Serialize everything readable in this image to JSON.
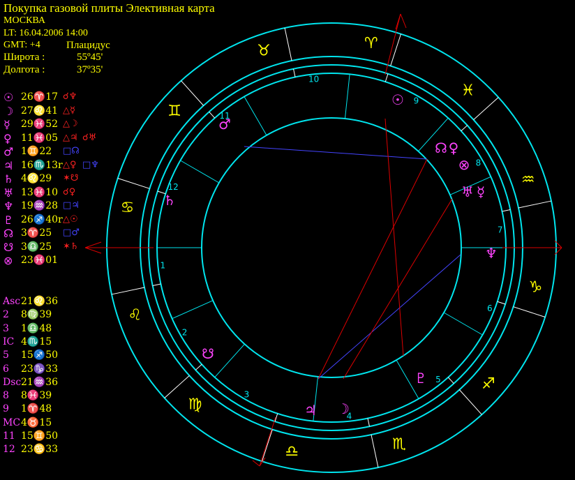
{
  "header": {
    "title": "Покупка газовой плиты Элективная карта",
    "city": "МОСКВА",
    "lt": "LT: 16.04.2006  14:00",
    "gmt": "GMT: +4",
    "system": "Плацидус",
    "lat_label": "Широта :",
    "lat_value": "55º45'",
    "lon_label": "Долгота :",
    "lon_value": "37º35'"
  },
  "colors": {
    "background": "#000000",
    "rings": "#00e5ee",
    "text": "#ffff00",
    "planet": "#ff44ff",
    "red_line": "#dd0000",
    "blue_line": "#4444ff"
  },
  "planets": [
    {
      "glyph": "☉",
      "value": "26♈17",
      "aspects": [
        {
          "t": "☌♆",
          "c": "#ff2222"
        }
      ]
    },
    {
      "glyph": "☽",
      "value": "27♌41",
      "aspects": [
        {
          "t": "△☿",
          "c": "#ff2222"
        }
      ]
    },
    {
      "glyph": "☿",
      "value": "29♓52",
      "aspects": [
        {
          "t": "△☽",
          "c": "#ff2222"
        }
      ]
    },
    {
      "glyph": "♀",
      "value": "11♓05",
      "aspects": [
        {
          "t": "△♃",
          "c": "#ff2222"
        },
        {
          "t": "☌♅",
          "c": "#ff2222"
        }
      ]
    },
    {
      "glyph": "♂",
      "value": "1♊22",
      "aspects": [
        {
          "t": "□☊",
          "c": "#4444ff"
        }
      ]
    },
    {
      "glyph": "♃",
      "value": "16♏13r",
      "aspects": [
        {
          "t": "△♀",
          "c": "#ff2222"
        },
        {
          "t": "□♆",
          "c": "#4444ff"
        }
      ]
    },
    {
      "glyph": "♄",
      "value": "4♌29",
      "aspects": [
        {
          "t": "✶☋",
          "c": "#ff2222"
        }
      ]
    },
    {
      "glyph": "♅",
      "value": "13♓10",
      "aspects": [
        {
          "t": "☌♀",
          "c": "#ff2222"
        }
      ]
    },
    {
      "glyph": "♆",
      "value": "19♒28",
      "aspects": [
        {
          "t": "□♃",
          "c": "#4444ff"
        }
      ]
    },
    {
      "glyph": "♇",
      "value": "26♐40r",
      "aspects": [
        {
          "t": "△☉",
          "c": "#ff2222"
        }
      ]
    },
    {
      "glyph": "☊",
      "value": "3♈25",
      "aspects": [
        {
          "t": "□♂",
          "c": "#4444ff"
        }
      ]
    },
    {
      "glyph": "☋",
      "value": "3♎25",
      "aspects": [
        {
          "t": "✶♄",
          "c": "#ff2222"
        }
      ]
    },
    {
      "glyph": "⊗",
      "value": "23♓01",
      "aspects": []
    }
  ],
  "cusps": [
    {
      "label": "Asc",
      "value": "21♌36"
    },
    {
      "label": "2",
      "value": "8♍39"
    },
    {
      "label": "3",
      "value": "1♎48"
    },
    {
      "label": "IC",
      "value": "4♏15"
    },
    {
      "label": "5",
      "value": "15♐50"
    },
    {
      "label": "6",
      "value": "23♑33"
    },
    {
      "label": "Dsc",
      "value": "21♒36"
    },
    {
      "label": "8",
      "value": "8♓39"
    },
    {
      "label": "9",
      "value": "1♈48"
    },
    {
      "label": "MC",
      "value": "4♉15"
    },
    {
      "label": "11",
      "value": "15♊50"
    },
    {
      "label": "12",
      "value": "23♋33"
    }
  ],
  "wheel": {
    "signs": [
      "♈",
      "♉",
      "♊",
      "♋",
      "♌",
      "♍",
      "♎",
      "♏",
      "♐",
      "♑",
      "♒",
      "♓"
    ],
    "house_numbers": [
      "1",
      "2",
      "3",
      "4",
      "5",
      "6",
      "7",
      "8",
      "9",
      "10",
      "11",
      "12"
    ],
    "planet_glyphs": [
      "☉",
      "☊",
      "♀",
      "⊗",
      "♅",
      "☿",
      "♆",
      "♇",
      "♃",
      "☽",
      "♄",
      "☋",
      "♂"
    ]
  }
}
